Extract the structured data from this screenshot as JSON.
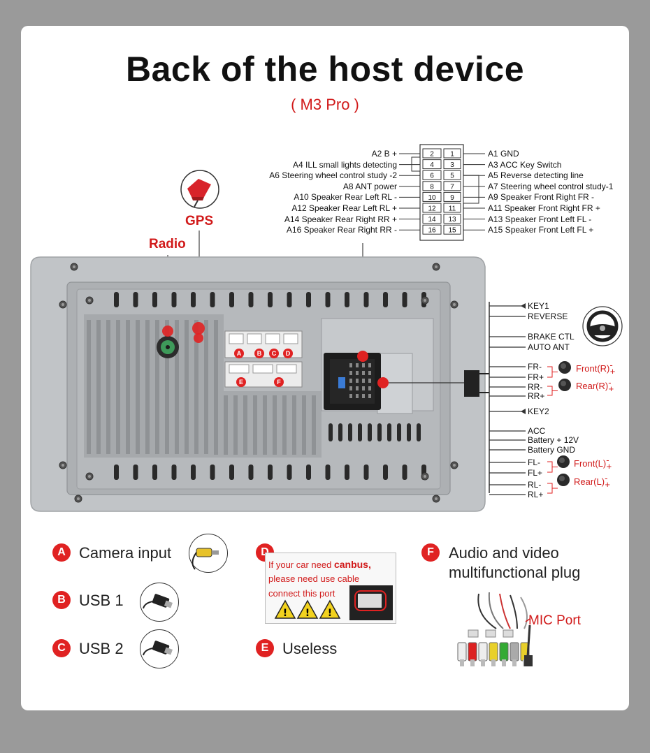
{
  "header": {
    "title": "Back of the host device",
    "subtitle": "( M3 Pro )"
  },
  "antennas": {
    "gps": "GPS",
    "radio": "Radio"
  },
  "connector_pins": {
    "left": [
      {
        "label": "A2   B +",
        "pin": "2"
      },
      {
        "label": "A4   ILL small lights detecting",
        "pin": "4"
      },
      {
        "label": "A6   Steering wheel control study -2",
        "pin": "6"
      },
      {
        "label": "A8   ANT power",
        "pin": "8"
      },
      {
        "label": "A10 Speaker Rear Left RL -",
        "pin": "10"
      },
      {
        "label": "A12 Speaker Rear Left RL +",
        "pin": "12"
      },
      {
        "label": "A14 Speaker Rear Right RR +",
        "pin": "14"
      },
      {
        "label": "A16 Speaker Rear Right RR -",
        "pin": "16"
      }
    ],
    "right": [
      {
        "label": "A1 GND",
        "pin": "1"
      },
      {
        "label": "A3 ACC Key Switch",
        "pin": "3"
      },
      {
        "label": "A5 Reverse detecting line",
        "pin": "5"
      },
      {
        "label": "A7 Steering wheel control study-1",
        "pin": "7"
      },
      {
        "label": "A9 Speaker Front Right FR -",
        "pin": "9"
      },
      {
        "label": "A11 Speaker Front Right FR +",
        "pin": "11"
      },
      {
        "label": "A13 Speaker Front Left FL -",
        "pin": "13"
      },
      {
        "label": "A15 Speaker Front Left FL +",
        "pin": "15"
      }
    ]
  },
  "wires": [
    "KEY1",
    "REVERSE",
    "BRAKE CTL",
    "AUTO ANT",
    "FR-",
    "FR+",
    "RR-",
    "RR+",
    "KEY2",
    "ACC",
    "Battery + 12V",
    "Battery GND",
    "FL-",
    "FL+",
    "RL-",
    "RL+"
  ],
  "speakers": {
    "front_r": {
      "label": "Front(R)",
      "sign_minus": "-",
      "sign_plus": "+"
    },
    "rear_r": {
      "label": "Rear(R)",
      "sign_minus": "-",
      "sign_plus": "+"
    },
    "front_l": {
      "label": "Front(L)",
      "sign_minus": "-",
      "sign_plus": "+"
    },
    "rear_l": {
      "label": "Rear(L)",
      "sign_minus": "-",
      "sign_plus": "+"
    }
  },
  "port_markers": [
    "A",
    "B",
    "C",
    "D",
    "E",
    "F"
  ],
  "legend": {
    "a": {
      "letter": "A",
      "text": "Camera input"
    },
    "b": {
      "letter": "B",
      "text": "USB 1"
    },
    "c": {
      "letter": "C",
      "text": "USB 2"
    },
    "d": {
      "letter": "D"
    },
    "e": {
      "letter": "E",
      "text": "Useless"
    },
    "f": {
      "letter": "F",
      "text_line1": "Audio and video",
      "text_line2": "multifunctional plug",
      "mic": "MIC Port"
    }
  },
  "canbus": {
    "line1_pre": "If your car need ",
    "line1_bold": "canbus,",
    "line2": "please need use cable",
    "line3": "connect this port"
  },
  "colors": {
    "accent_red": "#d11a1a",
    "panel_silver": "#b9bcbf",
    "card_bg": "#ffffff",
    "page_bg": "#9a9a9a"
  }
}
